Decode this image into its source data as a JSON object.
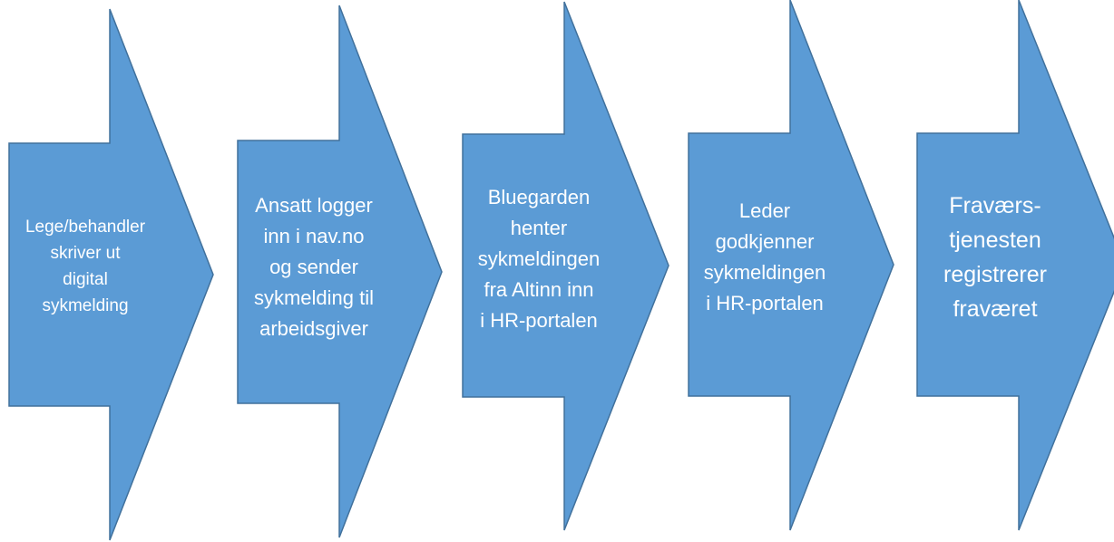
{
  "diagram": {
    "fill_color": "#5b9bd5",
    "outline_color": "#41719c",
    "text_color": "#ffffff",
    "steps": [
      {
        "lines": [
          "Lege/behandler",
          "skriver ut",
          "digital",
          "sykmelding"
        ]
      },
      {
        "lines": [
          "Ansatt logger",
          "inn i nav.no",
          "og sender",
          "sykmelding til",
          "arbeidsgiver"
        ]
      },
      {
        "lines": [
          "Bluegarden",
          "henter",
          "sykmeldingen",
          "fra Altinn inn",
          "i HR-portalen"
        ]
      },
      {
        "lines": [
          "Leder",
          "godkjenner",
          "sykmeldingen",
          "i HR-portalen"
        ]
      },
      {
        "lines": [
          "Fraværs-",
          "tjenesten",
          "registrerer",
          "fraværet"
        ]
      }
    ]
  }
}
